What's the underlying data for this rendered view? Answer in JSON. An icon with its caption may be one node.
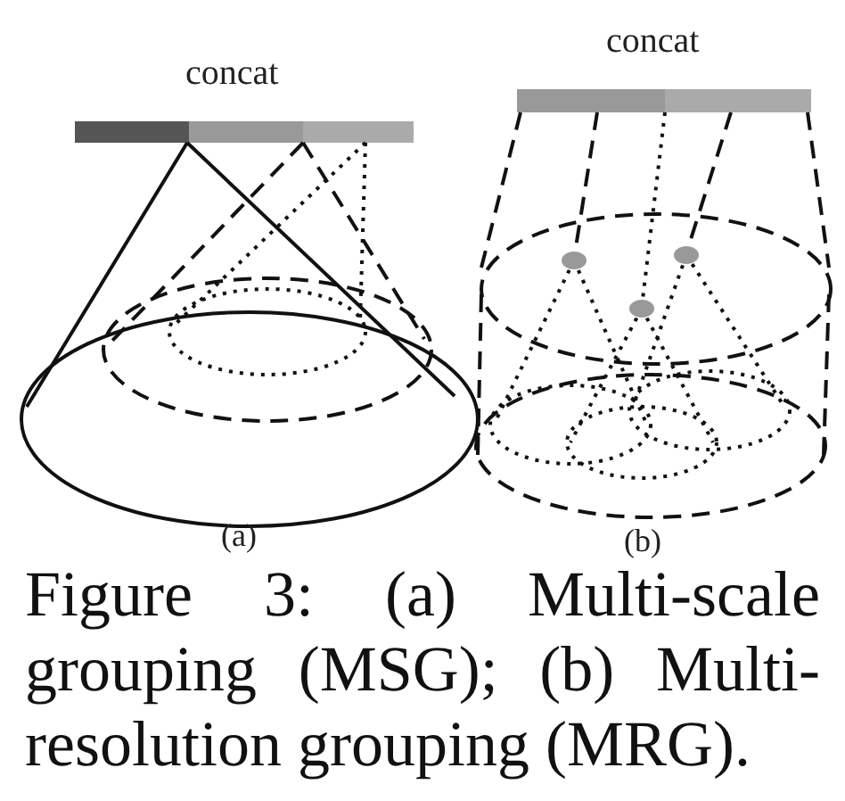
{
  "diagram": {
    "caption": "Figure 3: (a) Multi-scale grouping (MSG); (b) Multi-resolution grouping (MRG).",
    "labels": [
      "concat",
      "concat",
      "(a)",
      "(b)"
    ]
  }
}
